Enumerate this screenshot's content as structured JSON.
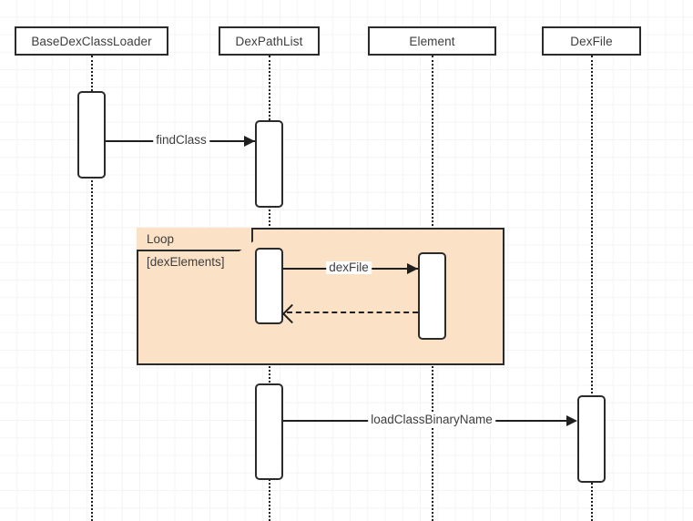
{
  "diagram": {
    "type": "uml-sequence-diagram",
    "title": "",
    "background": "#ffffff",
    "grid": true,
    "colors": {
      "fragment_fill": "#fbe2c6",
      "stroke": "#2b2b2b",
      "text": "#3d3d3d",
      "grid_line": "#ededed",
      "activation_fill": "#ffffff"
    },
    "participants": [
      {
        "name": "BaseDexClassLoader",
        "label": "BaseDexClassLoader"
      },
      {
        "name": "DexPathList",
        "label": "DexPathList"
      },
      {
        "name": "Element",
        "label": "Element"
      },
      {
        "name": "DexFile",
        "label": "DexFile"
      }
    ],
    "messages": [
      {
        "label": "findClass",
        "from": "BaseDexClassLoader",
        "to": "DexPathList",
        "style": "solid",
        "arrow": "filled"
      },
      {
        "label": "dexFile",
        "from": "DexPathList",
        "to": "Element",
        "style": "solid",
        "arrow": "filled"
      },
      {
        "label": "",
        "from": "Element",
        "to": "DexPathList",
        "style": "dashed",
        "arrow": "open"
      },
      {
        "label": "loadClassBinaryName",
        "from": "DexPathList",
        "to": "DexFile",
        "style": "solid",
        "arrow": "filled"
      }
    ],
    "fragments": [
      {
        "name": "loop-fragment",
        "operator": "Loop",
        "guard": "[dexElements]"
      }
    ]
  }
}
